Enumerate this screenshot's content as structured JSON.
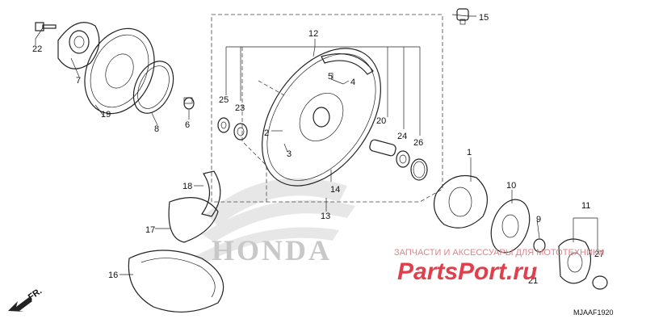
{
  "diagram": {
    "code": "MJAAF1920",
    "direction_label": "FR.",
    "brand_mark": "HONDA",
    "callouts": [
      "1",
      "2",
      "3",
      "4",
      "5",
      "6",
      "7",
      "8",
      "9",
      "10",
      "11",
      "12",
      "13",
      "14",
      "15",
      "16",
      "17",
      "18",
      "19",
      "20",
      "21",
      "22",
      "23",
      "24",
      "25",
      "26",
      "27"
    ]
  },
  "watermark": {
    "caption": "ЗАПЧАСТИ И АКСЕССУАРЫ ДЛЯ МОТОТЕХНИКИ",
    "logo": "PartsPort.ru"
  },
  "colors": {
    "line": "#222222",
    "watermark_text": "#e0838a",
    "watermark_logo": "#e0404c",
    "honda_logo": "#c8c8c8"
  }
}
